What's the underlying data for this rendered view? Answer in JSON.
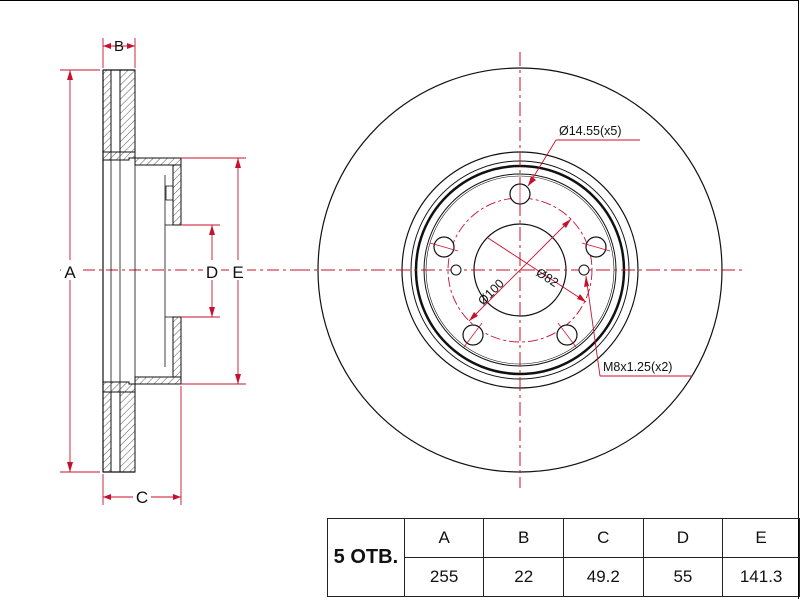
{
  "side_view": {
    "labels": {
      "a": "A",
      "b": "B",
      "c": "C",
      "d": "D",
      "e": "E"
    }
  },
  "front_view": {
    "callouts": {
      "hole": "Ø14.55(x5)",
      "pcd": "Ø100",
      "bore": "Ø82",
      "thread": "M8x1.25(x2)"
    }
  },
  "spec_table": {
    "holes_label": "5 ОТВ.",
    "headers": [
      "A",
      "B",
      "C",
      "D",
      "E"
    ],
    "values": [
      "255",
      "22",
      "49.2",
      "55",
      "141.3"
    ]
  },
  "colors": {
    "line": "#111111",
    "dimension": "#c8102e"
  }
}
